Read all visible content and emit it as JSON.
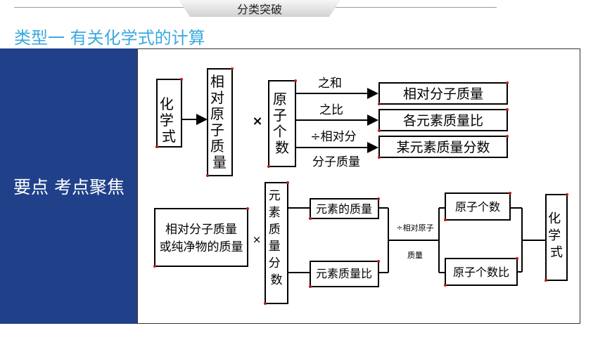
{
  "header": {
    "tab_label": "分类突破"
  },
  "section": {
    "heading": "类型一  有关化学式的计算"
  },
  "sidebar": {
    "label": "要点 考点聚焦"
  },
  "diagram": {
    "top": {
      "formula": [
        "化",
        "学",
        "式"
      ],
      "relative_atomic_mass": [
        "相",
        "对",
        "原",
        "子",
        "质",
        "量"
      ],
      "times": "×",
      "atom_count": [
        "原",
        "子",
        "个",
        "数"
      ],
      "branch_sum": "之和",
      "branch_ratio": "之比",
      "branch_div_line1": "÷相对分",
      "branch_div_line2": "分子质量",
      "result_1": "相对分子质量",
      "result_2": "各元素质量比",
      "result_3": "某元素质量分数"
    },
    "bottom": {
      "source_line1": "相对分子质量",
      "source_line2": "或纯净物的质量",
      "times": "×",
      "mass_fraction": [
        "元",
        "素",
        "质",
        "量",
        "分",
        "数"
      ],
      "element_mass": "元素的质量",
      "element_mass_ratio": "元素质量比",
      "div_line1": "÷相对原子",
      "div_line2": "质量",
      "atom_count": "原子个数",
      "atom_count_ratio": "原子个数比",
      "formula": [
        "化",
        "学",
        "式"
      ]
    }
  }
}
